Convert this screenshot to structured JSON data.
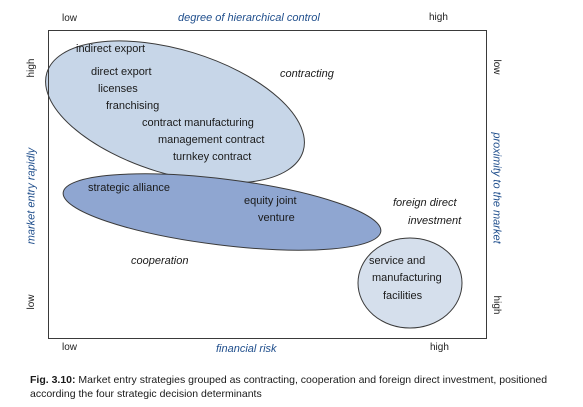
{
  "top_axis": {
    "low": "low",
    "title": "degree of hierarchical control",
    "high": "high"
  },
  "bottom_axis": {
    "low": "low",
    "title": "financial risk",
    "high": "high"
  },
  "left_axis": {
    "high": "high",
    "title": "market entry rapidly",
    "low": "low"
  },
  "right_axis": {
    "low": "low",
    "title": "proximity to the market",
    "high": "high"
  },
  "contracting": {
    "group_label": "contracting",
    "items": [
      "indirect export",
      "direct export",
      "licenses",
      "franchising",
      "contract manufacturing",
      "management contract",
      "turnkey contract"
    ]
  },
  "cooperation": {
    "group_label": "cooperation",
    "items": [
      "strategic alliance",
      "equity joint",
      "venture"
    ]
  },
  "fdi": {
    "group_label_line1": "foreign direct",
    "group_label_line2": "investment",
    "items": [
      "service and",
      "manufacturing",
      "facilities"
    ]
  },
  "colors": {
    "contracting_fill": "#c7d6e8",
    "cooperation_fill": "#8fa6d1",
    "fdi_fill": "#d5dfec",
    "axis_text": "#1f4e8c"
  },
  "caption": {
    "label": "Fig. 3.10:",
    "text": " Market entry strategies grouped as contracting, cooperation and foreign direct investment, positioned according the four strategic decision determinants"
  }
}
